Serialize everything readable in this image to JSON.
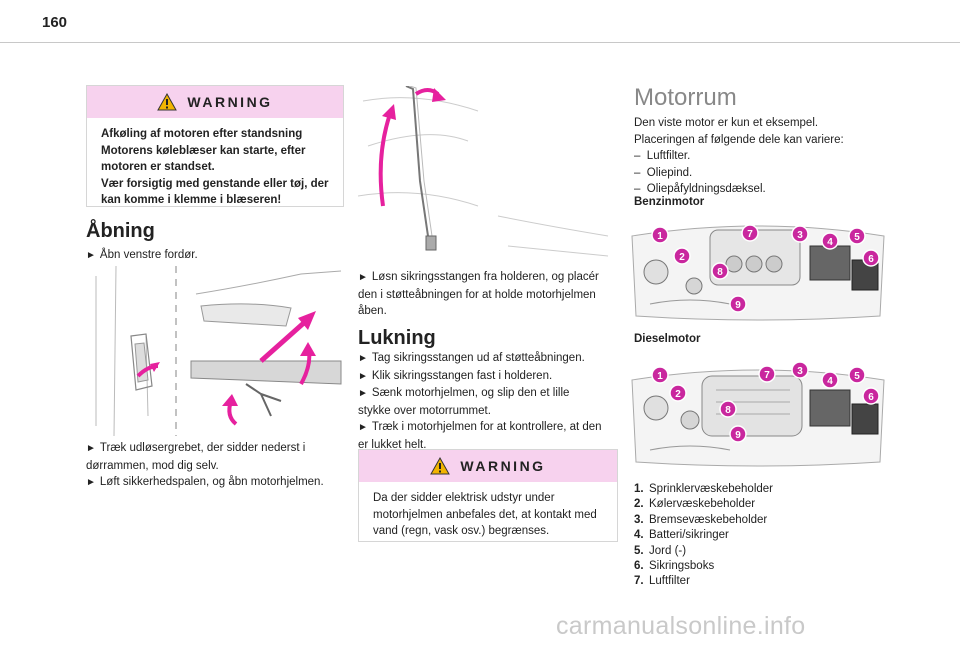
{
  "page": {
    "number": "160"
  },
  "warning1": {
    "title": "WARNING",
    "lines": [
      "Afkøling af motoren efter standsning",
      "Motorens køleblæser kan starte, efter",
      "motoren er standset.",
      "Vær forsigtig med genstande eller tøj, der",
      "kan komme i klemme i blæseren!"
    ]
  },
  "opening": {
    "heading": "Åbning",
    "step1": "Åbn venstre fordør.",
    "step2_lines": [
      "Træk udløsergrebet, der sidder nederst i",
      "dørrammen, mod dig selv."
    ],
    "step3": "Løft sikkerhedspalen, og åbn motorhjelmen."
  },
  "stay": {
    "lines": [
      "Løsn sikringsstangen fra holderen, og placér",
      "den i støtteåbningen for at holde motorhjelmen",
      "åben."
    ]
  },
  "closing": {
    "heading": "Lukning",
    "step1": "Tag sikringsstangen ud af støtteåbningen.",
    "step2": "Klik sikringsstangen fast i holderen.",
    "step3_lines": [
      "Sænk motorhjelmen, og slip den et lille",
      "stykke over motorrummet."
    ],
    "step4_lines": [
      "Træk i motorhjelmen for at kontrollere, at den",
      "er lukket helt."
    ]
  },
  "warning2": {
    "title": "WARNING",
    "lines": [
      "Da der sidder elektrisk udstyr under",
      "motorhjelmen anbefales det, at kontakt med",
      "vand (regn, vask osv.) begrænses."
    ]
  },
  "engine_bay": {
    "heading": "Motorrum",
    "intro_lines": [
      "Den viste motor er kun et eksempel.",
      "Placeringen af følgende dele kan variere:"
    ],
    "parts": [
      "Luftfilter.",
      "Oliepind.",
      "Oliepåfyldningsdæksel."
    ],
    "petrol_label": "Benzinmotor",
    "diesel_label": "Dieselmotor",
    "callouts": [
      "1",
      "2",
      "3",
      "4",
      "5",
      "6",
      "7",
      "8",
      "9"
    ]
  },
  "legend": [
    {
      "num": "1.",
      "label": "Sprinklervæskebeholder"
    },
    {
      "num": "2.",
      "label": "Kølervæskebeholder"
    },
    {
      "num": "3.",
      "label": "Bremsevæskebeholder"
    },
    {
      "num": "4.",
      "label": "Batteri/sikringer"
    },
    {
      "num": "5.",
      "label": "Jord (-)"
    },
    {
      "num": "6.",
      "label": "Sikringsboks"
    },
    {
      "num": "7.",
      "label": "Luftfilter"
    }
  ],
  "watermark": "carmanualsonline.info",
  "colors": {
    "accent": "#e6219e",
    "warning_band": "#f7d2ee",
    "heading_grey": "#888888",
    "callout": "#c9279e"
  },
  "icons": {
    "warning": "warning-triangle-icon",
    "arrow": "pointer-arrow-icon"
  }
}
